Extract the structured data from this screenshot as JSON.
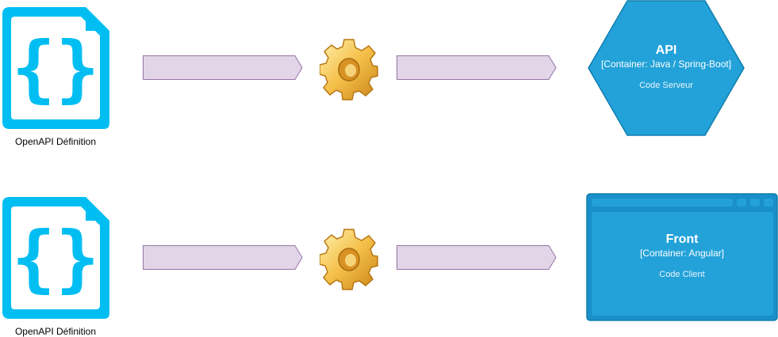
{
  "rows": [
    {
      "doc_label": "OpenAPI Définition"
    },
    {
      "doc_label": "OpenAPI Définition"
    }
  ],
  "api": {
    "title": "API",
    "technology": "[Container: Java / Spring-Boot]",
    "description": "Code Serveur"
  },
  "front": {
    "title": "Front",
    "technology": "[Container: Angular]",
    "description": "Code Client"
  },
  "colors": {
    "doc_icon": "#00bef2",
    "arrow_fill": "#e1d5e7",
    "arrow_stroke": "#9673a6",
    "gear": "#f0b43c",
    "container_fill": "#23a2d9",
    "container_stroke": "#0e7dad"
  }
}
